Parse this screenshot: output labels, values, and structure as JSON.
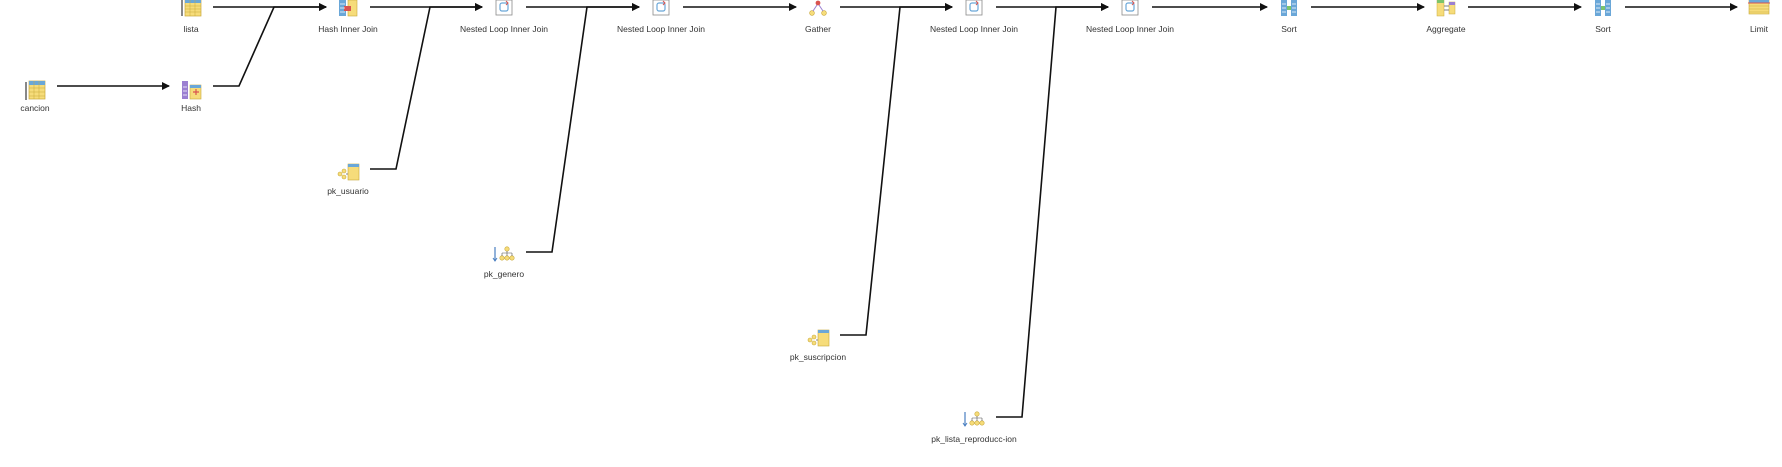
{
  "nodes": {
    "lista": {
      "label": "lista",
      "icon": "seq-scan-icon"
    },
    "cancion": {
      "label": "cancion",
      "icon": "seq-scan-icon"
    },
    "hash": {
      "label": "Hash",
      "icon": "hash-icon"
    },
    "hash_inner_join": {
      "label": "Hash Inner Join",
      "icon": "hash-join-icon"
    },
    "pk_usuario": {
      "label": "pk_usuario",
      "icon": "index-scan-icon"
    },
    "nested_loop_1": {
      "label": "Nested Loop Inner Join",
      "icon": "nested-loop-icon"
    },
    "pk_genero": {
      "label": "pk_genero",
      "icon": "index-only-scan-icon"
    },
    "nested_loop_2": {
      "label": "Nested Loop Inner Join",
      "icon": "nested-loop-icon"
    },
    "gather": {
      "label": "Gather",
      "icon": "gather-icon"
    },
    "pk_suscripcion": {
      "label": "pk_suscripcion",
      "icon": "index-scan-icon"
    },
    "nested_loop_3": {
      "label": "Nested Loop Inner Join",
      "icon": "nested-loop-icon"
    },
    "pk_lista_reproduccion": {
      "label": "pk_lista_reproducc-ion",
      "icon": "index-only-scan-icon"
    },
    "nested_loop_4": {
      "label": "Nested Loop Inner Join",
      "icon": "nested-loop-icon"
    },
    "sort_1": {
      "label": "Sort",
      "icon": "sort-icon"
    },
    "aggregate": {
      "label": "Aggregate",
      "icon": "aggregate-icon"
    },
    "sort_2": {
      "label": "Sort",
      "icon": "sort-icon"
    },
    "limit": {
      "label": "Limit",
      "icon": "limit-icon"
    }
  },
  "edges": [
    [
      "lista",
      "hash_inner_join"
    ],
    [
      "cancion",
      "hash"
    ],
    [
      "hash",
      "hash_inner_join"
    ],
    [
      "hash_inner_join",
      "nested_loop_1"
    ],
    [
      "pk_usuario",
      "nested_loop_1"
    ],
    [
      "nested_loop_1",
      "nested_loop_2"
    ],
    [
      "pk_genero",
      "nested_loop_2"
    ],
    [
      "nested_loop_2",
      "gather"
    ],
    [
      "gather",
      "nested_loop_3"
    ],
    [
      "pk_suscripcion",
      "nested_loop_3"
    ],
    [
      "nested_loop_3",
      "nested_loop_4"
    ],
    [
      "pk_lista_reproduccion",
      "nested_loop_4"
    ],
    [
      "nested_loop_4",
      "sort_1"
    ],
    [
      "sort_1",
      "aggregate"
    ],
    [
      "aggregate",
      "sort_2"
    ],
    [
      "sort_2",
      "limit"
    ]
  ],
  "colors": {
    "edge": "#111111",
    "grid_blue": "#6aa7d8",
    "grid_yellow": "#f6dc7a",
    "accent_red": "#d9534f",
    "accent_green": "#7cc46a",
    "accent_purple": "#9b7fd1"
  }
}
